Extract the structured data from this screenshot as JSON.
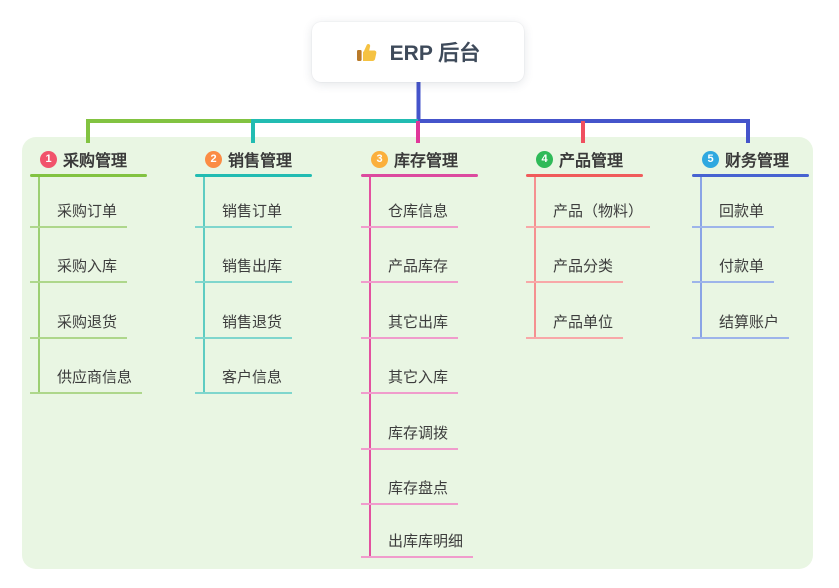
{
  "root": {
    "title": "ERP 后台",
    "icon": "thumbs-up"
  },
  "branches": [
    {
      "number": "1",
      "label": "采购管理",
      "line_color": "#82c341",
      "badge_color": "#f1536b",
      "children": [
        "采购订单",
        "采购入库",
        "采购退货",
        "供应商信息"
      ]
    },
    {
      "number": "2",
      "label": "销售管理",
      "line_color": "#22bcb2",
      "badge_color": "#fb8c44",
      "children": [
        "销售订单",
        "销售出库",
        "销售退货",
        "客户信息"
      ]
    },
    {
      "number": "3",
      "label": "库存管理",
      "line_color": "#dc4a9f",
      "badge_color": "#fbb03c",
      "children": [
        "仓库信息",
        "产品库存",
        "其它出库",
        "其它入库",
        "库存调拨",
        "库存盘点",
        "出库库明细"
      ]
    },
    {
      "number": "4",
      "label": "产品管理",
      "line_color": "#f05b5b",
      "badge_color": "#2fba58",
      "children": [
        "产品（物料）",
        "产品分类",
        "产品单位"
      ]
    },
    {
      "number": "5",
      "label": "财务管理",
      "line_color": "#4763d1",
      "badge_color": "#2fa8e0",
      "children": [
        "回款单",
        "付款单",
        "结算账户"
      ]
    }
  ],
  "theme": {
    "panel_bg": "#e9f6e3",
    "root_stem_color": "#4554cb",
    "bus_colors": [
      "#82c341",
      "#22bcb2",
      "#4554cb"
    ],
    "drop_colors": [
      "#82c341",
      "#22bcb2",
      "#e0379a",
      "#f04f5f",
      "#4554cb"
    ],
    "thumb_hand": "#f5c242",
    "thumb_cuff": "#b97a2a"
  }
}
